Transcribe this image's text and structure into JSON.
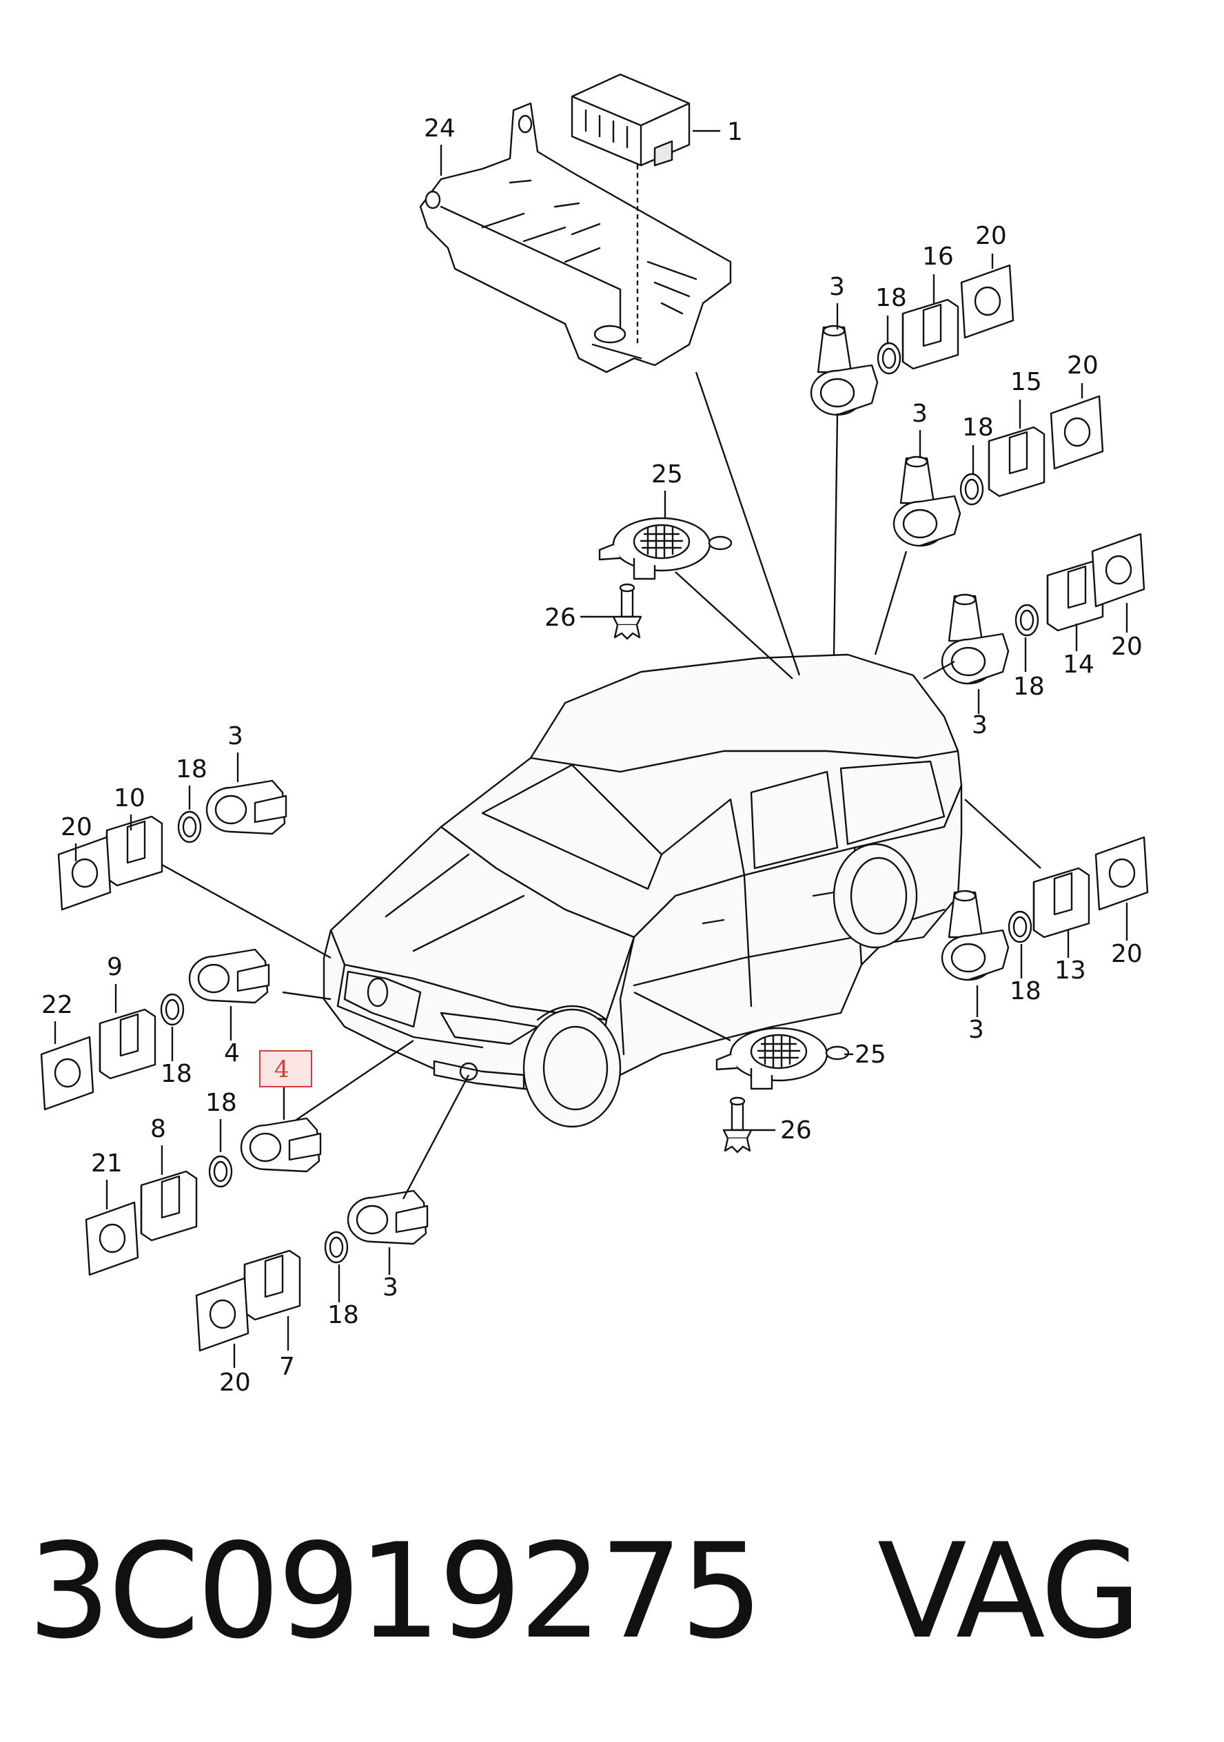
{
  "diagram": {
    "callouts": {
      "c1": "1",
      "c24": "24",
      "c3a": "3",
      "c18a": "18",
      "c16": "16",
      "c20a": "20",
      "c3b": "3",
      "c18b": "18",
      "c15": "15",
      "c20b": "20",
      "c25a": "25",
      "c26a": "26",
      "c3c": "3",
      "c18c": "18",
      "c14": "14",
      "c20c": "20",
      "c3d": "3",
      "c18d": "18",
      "c10": "10",
      "c20d": "20",
      "c9": "9",
      "c22": "22",
      "c18e": "18",
      "c4a": "4",
      "c4b": "4",
      "c18f": "18",
      "c8": "8",
      "c21": "21",
      "c3e": "3",
      "c18g": "18",
      "c7": "7",
      "c20e": "20",
      "c3f": "3",
      "c18h": "18",
      "c13": "13",
      "c20f": "20",
      "c25b": "25",
      "c26b": "26"
    },
    "highlighted_part": "4"
  },
  "caption": {
    "part_number": "3C0919275",
    "brand": "VAG"
  },
  "colors": {
    "line": "#111111",
    "highlight_border": "#d13b3b",
    "highlight_fill": "#fbe4e4"
  }
}
